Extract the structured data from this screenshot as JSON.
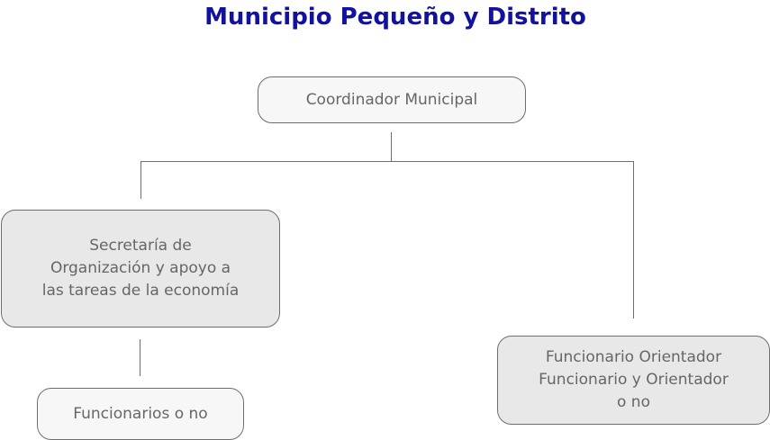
{
  "title": "Municipio Pequeño y Distrito",
  "nodes": {
    "coordinator": "Coordinador Municipal",
    "secretary": "Secretaría de\nOrganización y apoyo a\nlas tareas de la economía",
    "officials": "Funcionarios o no",
    "guide": "Funcionario Orientador\nFuncionario y Orientador\no no"
  },
  "colors": {
    "title": "#12129e",
    "box_light": "#f7f7f7",
    "box_dark": "#e8e8e8",
    "line": "#6e6e6e"
  }
}
